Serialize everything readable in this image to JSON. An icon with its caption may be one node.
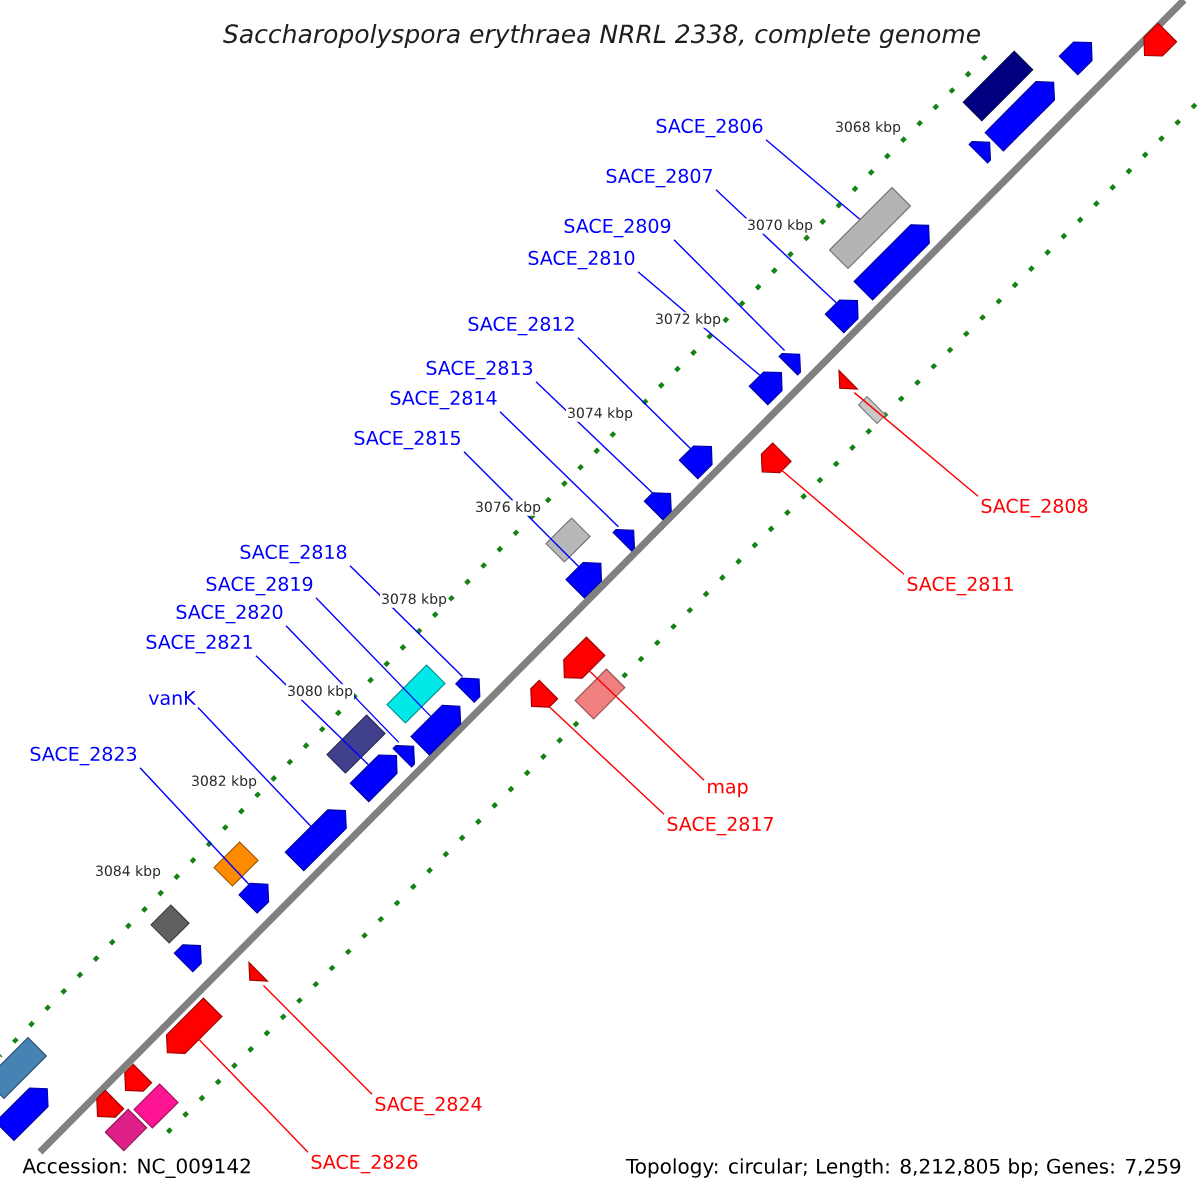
{
  "diagram": {
    "title": "Saccharopolyspora erythraea NRRL 2338, complete genome",
    "nodes": [
      {
        "text": [
          "SACE_2806"
        ]
      },
      {
        "text": [
          "SACE_2807"
        ]
      },
      {
        "text": [
          "SACE_2809"
        ]
      },
      {
        "text": [
          "SACE_2810"
        ]
      },
      {
        "text": [
          "SACE_2812"
        ]
      },
      {
        "text": [
          "SACE_2813"
        ]
      },
      {
        "text": [
          "SACE_2814"
        ]
      },
      {
        "text": [
          "SACE_2815"
        ]
      },
      {
        "text": [
          "SACE_2818"
        ]
      },
      {
        "text": [
          "SACE_2819"
        ]
      },
      {
        "text": [
          "SACE_2820"
        ]
      },
      {
        "text": [
          "SACE_2821"
        ]
      },
      {
        "text": [
          "vanK"
        ]
      },
      {
        "text": [
          "SACE_2823"
        ]
      },
      {
        "text": [
          "SACE_2808"
        ]
      },
      {
        "text": [
          "SACE_2811"
        ]
      },
      {
        "text": [
          "map"
        ]
      },
      {
        "text": [
          "SACE_2817"
        ]
      },
      {
        "text": [
          "SACE_2824"
        ]
      },
      {
        "text": [
          "SACE_2826"
        ]
      },
      {
        "text": [],
        "shape": "box"
      },
      {
        "text": [],
        "shape": "arrow"
      },
      {
        "text": [],
        "shape": "arrow"
      },
      {
        "text": [],
        "shape": "arrow"
      },
      {
        "text": [],
        "shape": "arrow"
      },
      {
        "text": [],
        "shape": "arrow"
      },
      {
        "text": [],
        "shape": "arrow"
      },
      {
        "text": [],
        "shape": "arrow"
      },
      {
        "text": [],
        "shape": "arrow"
      },
      {
        "text": [],
        "shape": "arrow"
      },
      {
        "text": [],
        "shape": "arrow"
      },
      {
        "text": [],
        "shape": "arrow"
      },
      {
        "text": [],
        "shape": "arrow"
      },
      {
        "text": [],
        "shape": "arrow"
      },
      {
        "text": [],
        "shape": "arrow"
      },
      {
        "text": [],
        "shape": "arrow"
      },
      {
        "text": [],
        "shape": "arrow"
      },
      {
        "text": [],
        "shape": "arrow"
      },
      {
        "text": [],
        "shape": "arrow"
      },
      {
        "text": [],
        "shape": "arrow"
      },
      {
        "text": [],
        "shape": "box"
      },
      {
        "text": [],
        "shape": "arrow"
      },
      {
        "text": [],
        "shape": "arrow"
      },
      {
        "text": [],
        "shape": "arrow"
      },
      {
        "text": [],
        "shape": "arrow"
      },
      {
        "text": [],
        "shape": "box"
      },
      {
        "text": [],
        "shape": "box"
      },
      {
        "text": [],
        "shape": "box"
      },
      {
        "text": [],
        "shape": "box"
      },
      {
        "text": [],
        "shape": "diamond"
      },
      {
        "text": [],
        "shape": "arrow"
      },
      {
        "text": [],
        "shape": "box"
      },
      {
        "text": [],
        "shape": "arrow"
      },
      {
        "text": [],
        "shape": "arrow"
      },
      {
        "text": [],
        "shape": "box"
      },
      {
        "text": [],
        "shape": "box"
      },
      {
        "text": [],
        "shape": "arrow"
      },
      {
        "text": [],
        "shape": "arrow"
      },
      {
        "text": [],
        "shape": "box"
      },
      {
        "text": [],
        "shape": "diamond"
      }
    ],
    "edges": [
      {
        "from": 0,
        "to": 20,
        "arrow": "none"
      },
      {
        "from": 1,
        "to": 21,
        "arrow": "none"
      },
      {
        "from": 2,
        "to": 22,
        "arrow": "none"
      },
      {
        "from": 3,
        "to": 23,
        "arrow": "none"
      },
      {
        "from": 4,
        "to": 24,
        "arrow": "none"
      },
      {
        "from": 5,
        "to": 25,
        "arrow": "none"
      },
      {
        "from": 6,
        "to": 26,
        "arrow": "none"
      },
      {
        "from": 7,
        "to": 27,
        "arrow": "none"
      },
      {
        "from": 8,
        "to": 28,
        "arrow": "none"
      },
      {
        "from": 9,
        "to": 29,
        "arrow": "none"
      },
      {
        "from": 10,
        "to": 30,
        "arrow": "none"
      },
      {
        "from": 11,
        "to": 31,
        "arrow": "none"
      },
      {
        "from": 12,
        "to": 32,
        "arrow": "none"
      },
      {
        "from": 13,
        "to": 33,
        "arrow": "none"
      },
      {
        "from": 14,
        "to": 34,
        "arrow": "none",
        "color": "#ff0000"
      },
      {
        "from": 15,
        "to": 35,
        "arrow": "none",
        "color": "#ff0000"
      },
      {
        "from": 16,
        "to": 36,
        "arrow": "none",
        "color": "#ff0000"
      },
      {
        "from": 17,
        "to": 37,
        "arrow": "none",
        "color": "#ff0000"
      },
      {
        "from": 18,
        "to": 38,
        "arrow": "none",
        "color": "#ff0000"
      },
      {
        "from": 19,
        "to": 39,
        "arrow": "none",
        "color": "#ff0000"
      }
    ],
    "labels": [
      "3068 kbp",
      "3070 kbp",
      "3072 kbp",
      "3074 kbp",
      "3076 kbp",
      "3078 kbp",
      "3080 kbp",
      "3082 kbp",
      "3084 kbp",
      "Accession: NC_009142",
      "Topology: circular; Length: 8,212,805 bp; Genes: 7,259"
    ]
  }
}
